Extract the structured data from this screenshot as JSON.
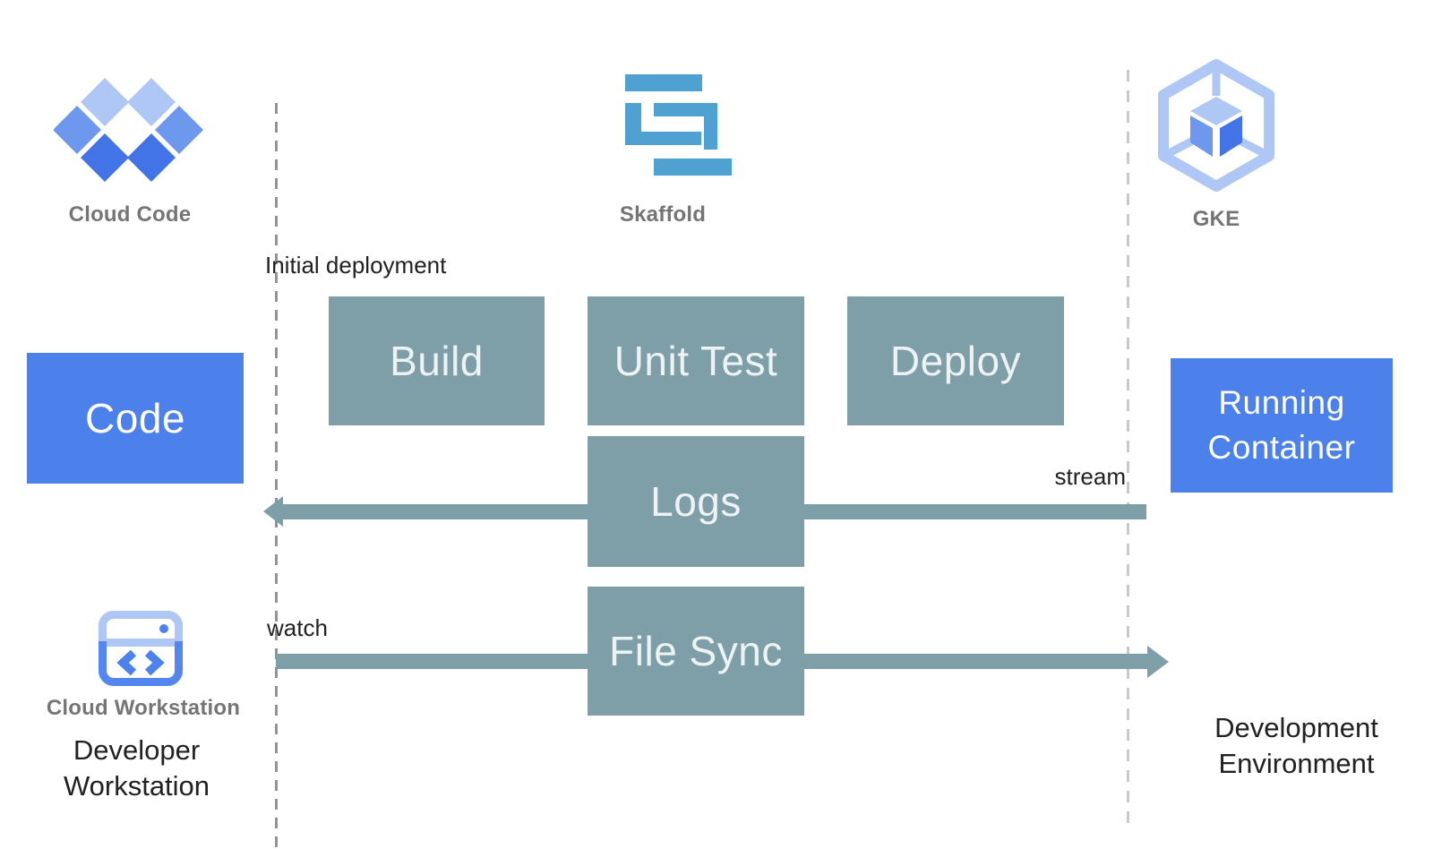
{
  "header": {
    "cloud_code": "Cloud Code",
    "skaffold": "Skaffold",
    "gke": "GKE"
  },
  "flow": {
    "stage_label": "Initial deployment",
    "build": "Build",
    "unit_test": "Unit Test",
    "deploy": "Deploy",
    "code": "Code",
    "running_container": "Running Container",
    "logs": "Logs",
    "file_sync": "File Sync",
    "stream_label": "stream",
    "watch_label": "watch"
  },
  "footer": {
    "cloud_workstation": "Cloud Workstation",
    "developer_workstation": "Developer Workstation",
    "development_environment": "Development Environment"
  },
  "colors": {
    "process_box": "#7E9FA7",
    "primary_box": "#4C81EC",
    "skaffold_blue": "#4FA1D2",
    "logo_blue_light": "#AEC7F4",
    "logo_blue_medium": "#6E97EE",
    "logo_blue_dark": "#4274E8",
    "icon_blue": "#4C82EE",
    "icon_blue_border": "#5486F1",
    "label_gray": "#757575",
    "text_black": "#212121",
    "dash_left": "#8E9499",
    "dash_right": "#C6C9CD"
  }
}
